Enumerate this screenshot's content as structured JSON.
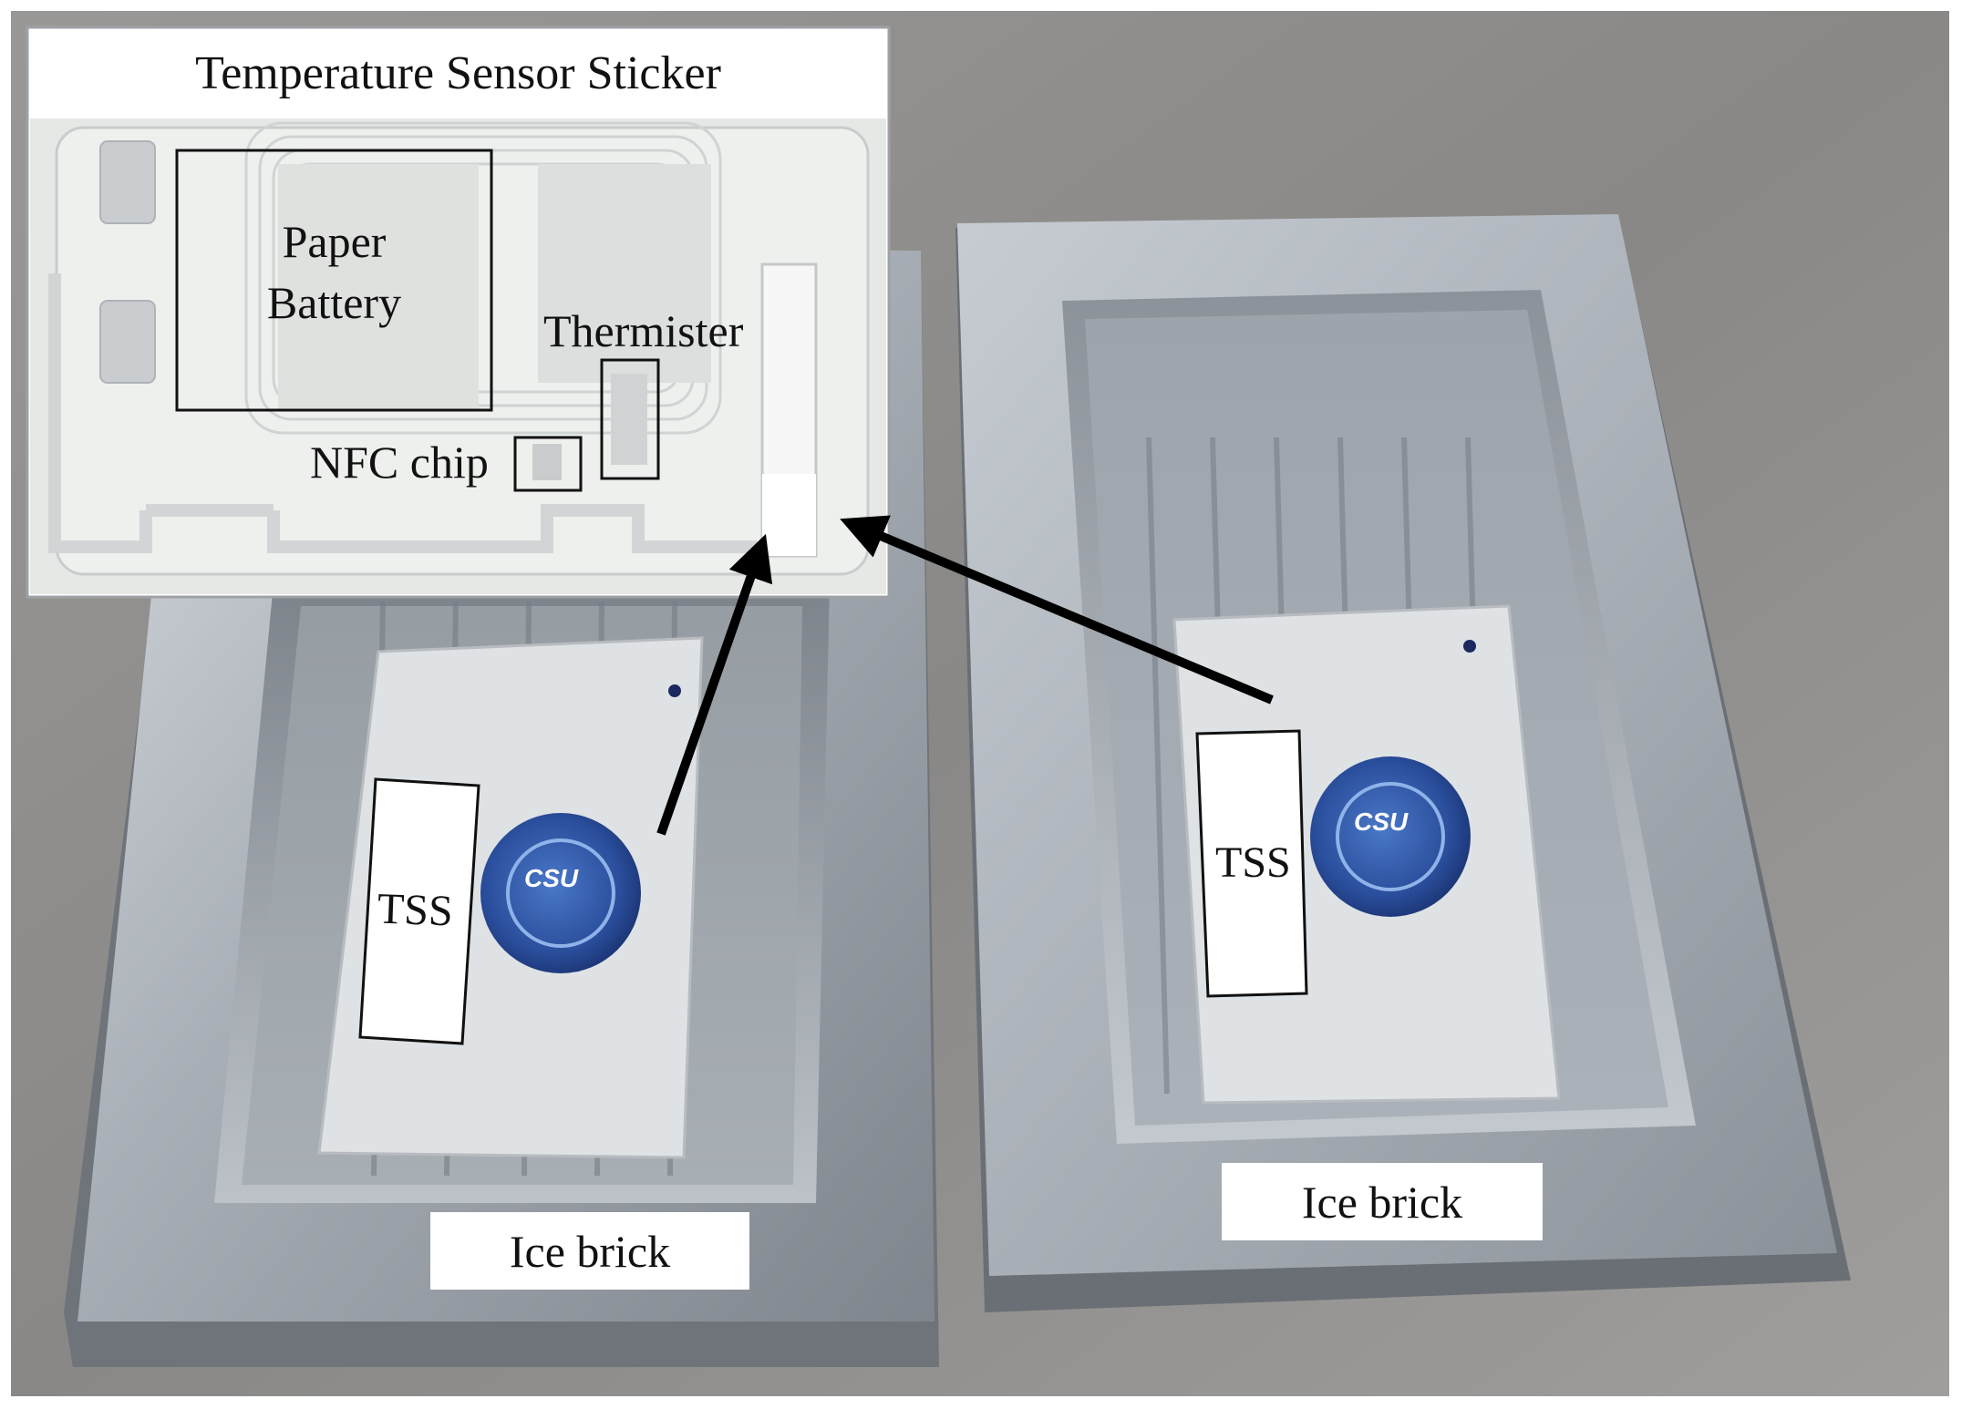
{
  "inset": {
    "title": "Temperature Sensor Sticker",
    "labels": {
      "paper_battery_line1": "Paper",
      "paper_battery_line2": "Battery",
      "thermister": "Thermister",
      "nfc_chip": "NFC chip"
    }
  },
  "left_tray": {
    "tss_label": "TSS",
    "tray_label": "Ice brick",
    "card_logo_text": "CSU"
  },
  "right_tray": {
    "tss_label": "TSS",
    "tray_label": "Ice brick",
    "card_logo_text": "CSU"
  },
  "colors": {
    "background": "#8e8c8a",
    "metal": "#b9bec4",
    "sticker": "#e9ebe9",
    "arrow": "#000000",
    "logo": "#2b56a8"
  }
}
